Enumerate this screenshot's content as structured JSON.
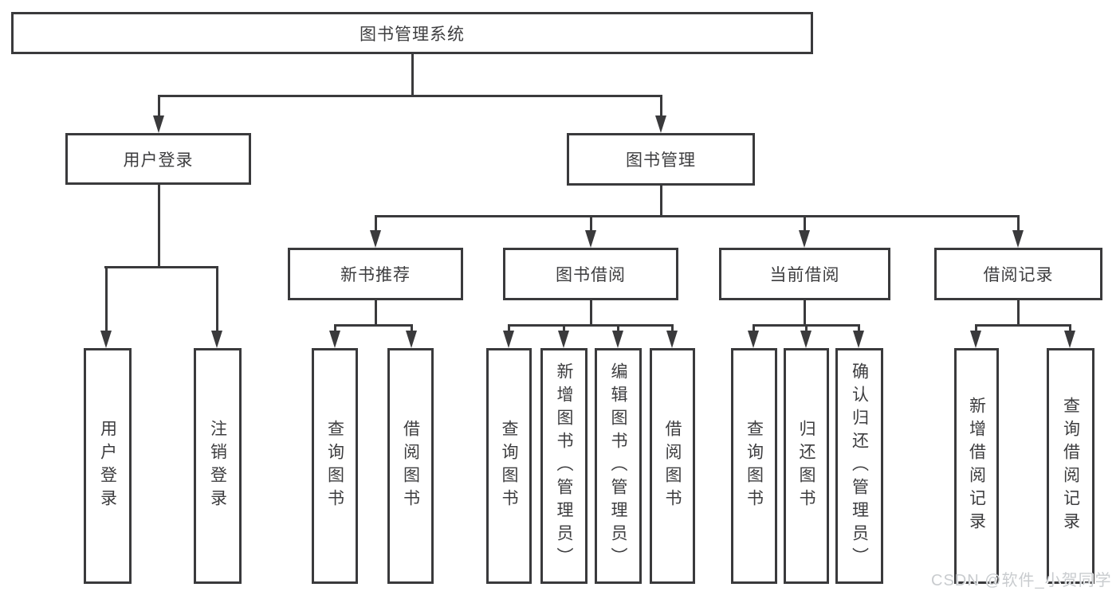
{
  "tree": {
    "label": "图书管理系统",
    "children": [
      {
        "label": "用户登录",
        "children": [
          {
            "label": "用户登录"
          },
          {
            "label": "注销登录"
          }
        ]
      },
      {
        "label": "图书管理",
        "children": [
          {
            "label": "新书推荐",
            "children": [
              {
                "label": "查询图书"
              },
              {
                "label": "借阅图书"
              }
            ]
          },
          {
            "label": "图书借阅",
            "children": [
              {
                "label": "查询图书"
              },
              {
                "label": "新增图书（管理员）"
              },
              {
                "label": "编辑图书（管理员）"
              },
              {
                "label": "借阅图书"
              }
            ]
          },
          {
            "label": "当前借阅",
            "children": [
              {
                "label": "查询图书"
              },
              {
                "label": "归还图书"
              },
              {
                "label": "确认归还（管理员）"
              }
            ]
          },
          {
            "label": "借阅记录",
            "children": [
              {
                "label": "新增借阅记录"
              },
              {
                "label": "查询借阅记录"
              }
            ]
          }
        ]
      }
    ]
  },
  "watermark": "CSDN @软件_小贺同学",
  "colors": {
    "line": "#3a3a3c",
    "text": "#3d3d3f",
    "watermark": "#c9cccf",
    "background": "#ffffff"
  }
}
